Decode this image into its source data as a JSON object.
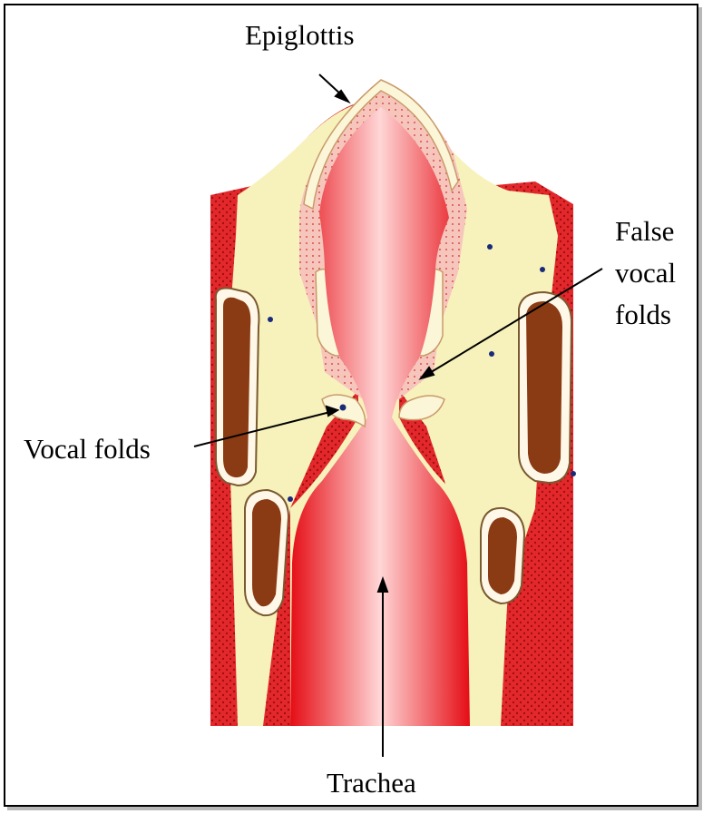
{
  "diagram": {
    "labels": {
      "epiglottis": "Epiglottis",
      "false_vocal_folds_line1": "False",
      "false_vocal_folds_line2": "vocal",
      "false_vocal_folds_line3": "folds",
      "vocal_folds": "Vocal folds",
      "trachea": "Trachea"
    },
    "colors": {
      "airway": "#e8141c",
      "airway_highlight": "#ffd8d8",
      "muscle": "#e0262b",
      "fat": "#f6f1b8",
      "cartilage": "#8a3b14",
      "mucosa": "#f7c8c0",
      "outline": "#000000"
    }
  }
}
